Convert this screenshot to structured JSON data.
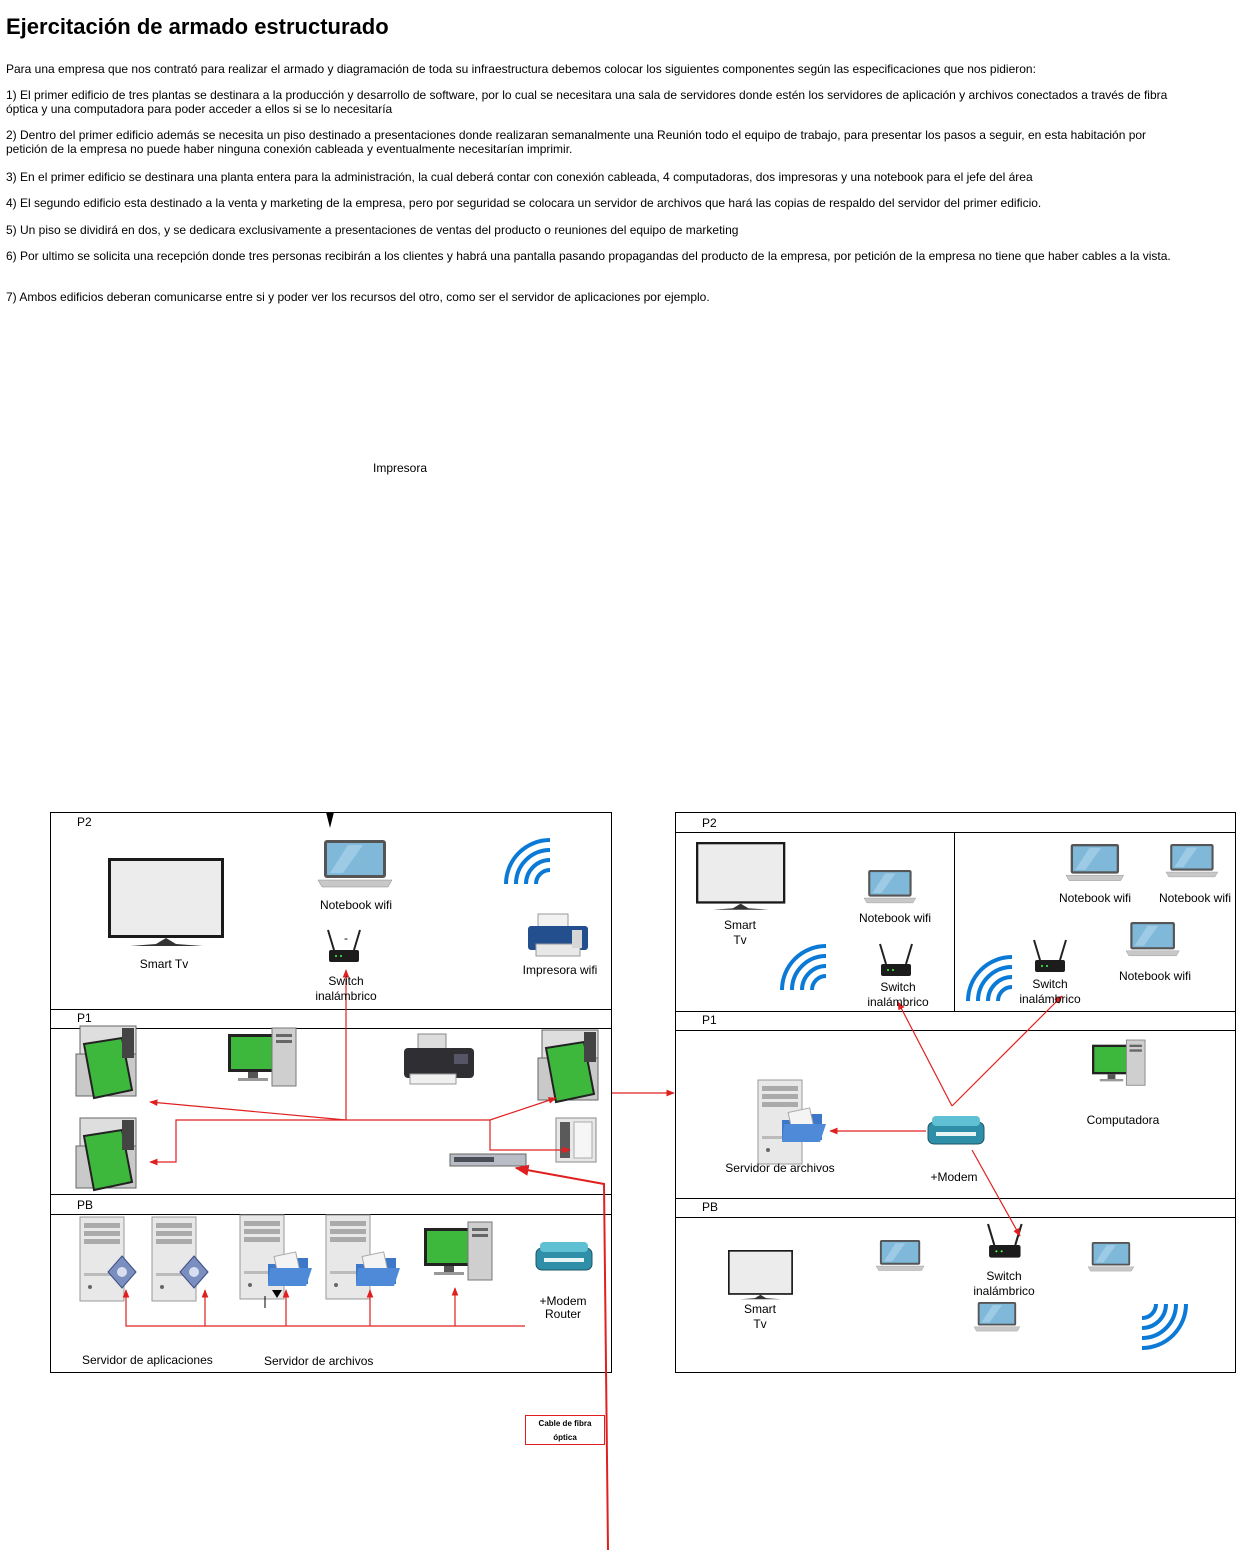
{
  "title": "Ejercitación de armado estructurado",
  "paragraphs": [
    "Para una empresa que  nos contrató para realizar el armado y diagramación de toda su infraestructura debemos colocar los siguientes componentes según las especificaciones que nos pidieron:",
    "1) El primer edificio de tres plantas se destinara a la producción y desarrollo de software, por lo cual se necesitara una sala de servidores donde estén los servidores de aplicación y archivos conectados a través de fibra óptica y una computadora para poder acceder a ellos si se lo necesitaría",
    "2) Dentro del primer edificio además se necesita un piso destinado a presentaciones donde realizaran semanalmente una Reunión todo el equipo de trabajo, para presentar los pasos a seguir, en esta habitación por petición de la empresa no puede haber ninguna conexión cableada y eventualmente necesitarían imprimir.",
    "3) En el primer edificio se destinara una planta entera para la administración, la cual deberá contar con conexión cableada, 4 computadoras, dos impresoras y una notebook para el jefe del área",
    "4) El segundo edificio esta destinado a la venta y marketing de la empresa, pero por seguridad se colocara un servidor de archivos que hará las copias de respaldo del servidor del primer edificio.",
    "5) Un piso se dividirá en dos, y se dedicara exclusivamente a presentaciones de ventas del producto o reuniones del equipo de marketing",
    "6) Por ultimo se solicita una recepción donde tres personas recibirán a los clientes y habrá una pantalla pasando propagandas del producto de la empresa, por petición de la empresa no tiene que haber cables a la vista.",
    "7) Ambos edificios deberan comunicarse entre si y poder ver los recursos del otro, como ser el servidor de aplicaciones por ejemplo."
  ],
  "stray_label": "Impresora",
  "building1": {
    "floors": {
      "p2": "P2",
      "p1": "P1",
      "pb": "PB"
    },
    "p2": {
      "smart_tv": "Smart Tv",
      "notebook": "Notebook wifi",
      "switch_line1": "Switch",
      "switch_line2": "inalámbrico",
      "switch_dash": "-",
      "printer": "Impresora wifi"
    },
    "pb": {
      "modem_line1": "+Modem",
      "modem_line2": "Router",
      "app_servers": "Servidor de aplicaciones",
      "file_servers": "Servidor de archivos"
    }
  },
  "building2": {
    "floors": {
      "p2": "P2",
      "p1": "P1",
      "pb": "PB"
    },
    "p2": {
      "smart_tv_line1": "Smart",
      "smart_tv_line2": "Tv",
      "notebook_left": "Notebook wifi",
      "switch_left_line1": "Switch",
      "switch_left_line2": "inalámbrico",
      "notebook_a": "Notebook wifi",
      "notebook_b": "Notebook wifi",
      "notebook_c": "Notebook wifi",
      "switch_right_line1": "Switch",
      "switch_right_line2": "inalámbrico"
    },
    "p1": {
      "file_server": "Servidor de archivos",
      "computer": "Computadora",
      "modem": "+Modem"
    },
    "pb": {
      "smart_tv_line1": "Smart",
      "smart_tv_line2": "Tv",
      "switch_line1": "Switch",
      "switch_line2": "inalámbrico"
    }
  },
  "fiber_caption_line1": "Cable de fibra",
  "fiber_caption_line2": "óptica",
  "colors": {
    "link": "#e02020",
    "wifi": "#0a7ad6",
    "screen_green": "#3db83d",
    "laptop_screen": "#7fb8d9",
    "box_border": "#000000"
  }
}
